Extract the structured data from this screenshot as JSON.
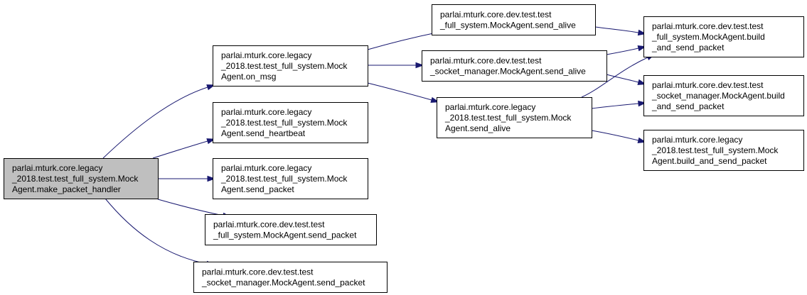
{
  "nodes": {
    "root": [
      "parlai.mturk.core.legacy",
      "_2018.test.test_full_system.Mock",
      "Agent.make_packet_handler"
    ],
    "on_msg": [
      "parlai.mturk.core.legacy",
      "_2018.test.test_full_system.Mock",
      "Agent.on_msg"
    ],
    "send_heartbeat": [
      "parlai.mturk.core.legacy",
      "_2018.test.test_full_system.Mock",
      "Agent.send_heartbeat"
    ],
    "legacy_send_packet": [
      "parlai.mturk.core.legacy",
      "_2018.test.test_full_system.Mock",
      "Agent.send_packet"
    ],
    "dev_full_send_packet": [
      "parlai.mturk.core.dev.test.test",
      "_full_system.MockAgent.send_packet"
    ],
    "dev_socket_send_packet": [
      "parlai.mturk.core.dev.test.test",
      "_socket_manager.MockAgent.send_packet"
    ],
    "dev_full_send_alive": [
      "parlai.mturk.core.dev.test.test",
      "_full_system.MockAgent.send_alive"
    ],
    "dev_socket_send_alive": [
      "parlai.mturk.core.dev.test.test",
      "_socket_manager.MockAgent.send_alive"
    ],
    "legacy_send_alive": [
      "parlai.mturk.core.legacy",
      "_2018.test.test_full_system.Mock",
      "Agent.send_alive"
    ],
    "dev_full_build": [
      "parlai.mturk.core.dev.test.test",
      "_full_system.MockAgent.build",
      "_and_send_packet"
    ],
    "dev_socket_build": [
      "parlai.mturk.core.dev.test.test",
      "_socket_manager.MockAgent.build",
      "_and_send_packet"
    ],
    "legacy_build": [
      "parlai.mturk.core.legacy",
      "_2018.test.test_full_system.Mock",
      "Agent.build_and_send_packet"
    ]
  },
  "edges": [
    [
      "root",
      "on_msg"
    ],
    [
      "root",
      "send_heartbeat"
    ],
    [
      "root",
      "legacy_send_packet"
    ],
    [
      "root",
      "dev_full_send_packet"
    ],
    [
      "root",
      "dev_socket_send_packet"
    ],
    [
      "on_msg",
      "dev_full_send_alive"
    ],
    [
      "on_msg",
      "dev_socket_send_alive"
    ],
    [
      "on_msg",
      "legacy_send_alive"
    ],
    [
      "dev_full_send_alive",
      "dev_full_build"
    ],
    [
      "dev_socket_send_alive",
      "dev_full_build"
    ],
    [
      "dev_socket_send_alive",
      "dev_socket_build"
    ],
    [
      "legacy_send_alive",
      "dev_full_build"
    ],
    [
      "legacy_send_alive",
      "dev_socket_build"
    ],
    [
      "legacy_send_alive",
      "legacy_build"
    ]
  ],
  "colors": {
    "edge": "#191970",
    "root_fill": "#bfbfbf",
    "node_fill": "#ffffff",
    "border": "#000000"
  }
}
